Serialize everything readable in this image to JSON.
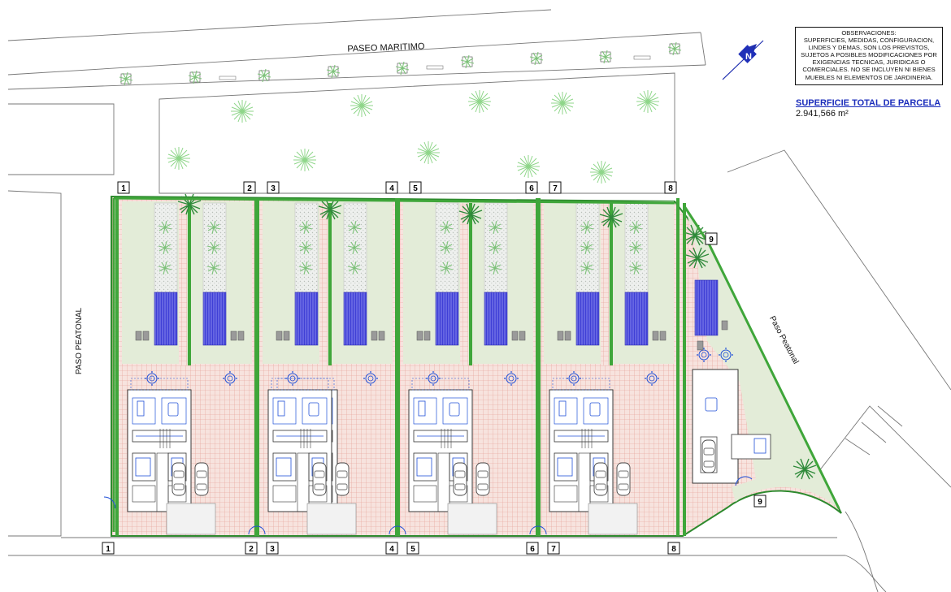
{
  "street_labels": {
    "paseo_maritimo": "PASEO MARITIMO",
    "paso_peatonal_left": "PASO PEATONAL",
    "paso_peatonal_right": "Paso Peatonal"
  },
  "observations": {
    "lines": [
      "OBSERVACIONES:",
      "SUPERFICIES, MEDIDAS, CONFIGURACION,",
      "LINDES Y DEMAS, SON LOS PREVISTOS,",
      "SUJETOS A POSIBLES MODIFICACIONES POR",
      "EXIGENCIAS TECNICAS, JURIDICAS O",
      "COMERCIALES. NO SE INCLUYEN NI BIENES",
      "MUEBLES NI ELEMENTOS DE JARDINERIA."
    ]
  },
  "surface": {
    "title": "SUPERFICIE TOTAL DE PARCELA",
    "value": "2.941,566 m²"
  },
  "north_symbol": "N",
  "unit_markers_top": [
    "1",
    "2",
    "3",
    "4",
    "5",
    "6",
    "7",
    "8"
  ],
  "unit_markers_bottom": [
    "1",
    "2",
    "3",
    "4",
    "5",
    "6",
    "7",
    "8"
  ],
  "unit_markers_side": [
    "9",
    "9"
  ],
  "colors": {
    "hedge": "#3fa63a",
    "lawn": "#e3ecd8",
    "pavers": "#f0c8c0",
    "pool": "#3b3bd0",
    "furniture": "#2050d8",
    "line": "#555555"
  }
}
